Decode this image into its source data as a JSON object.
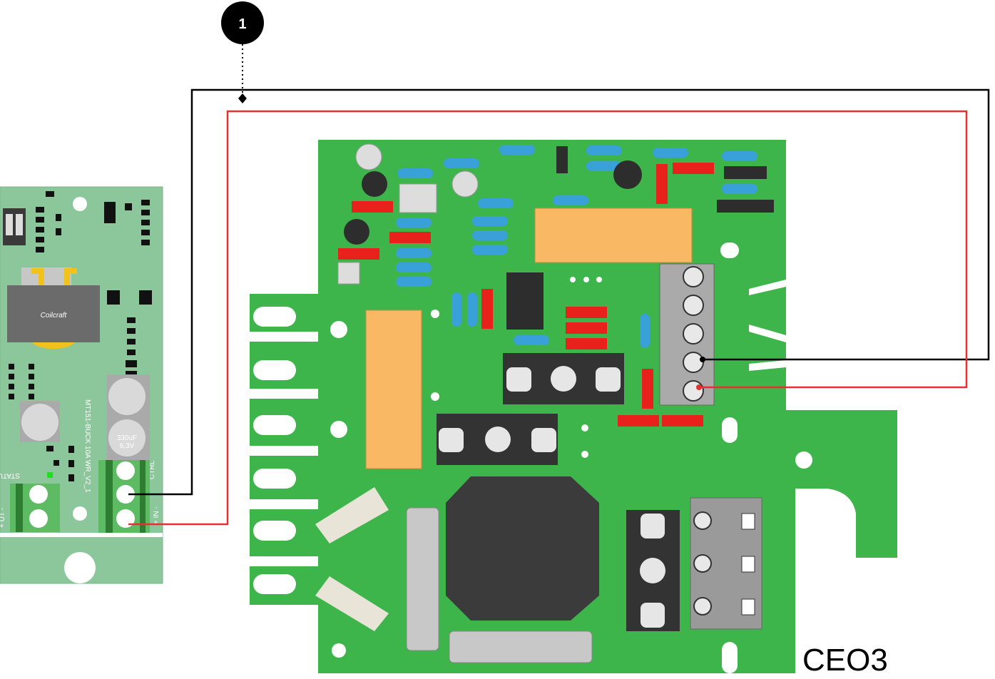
{
  "callout": {
    "number": "1"
  },
  "main_board": {
    "label": "CEO3",
    "color": "#3db54a"
  },
  "small_board": {
    "color": "#8cc79b",
    "labels": {
      "status": "STATUS",
      "ctrl": "CTRL",
      "in": "+ IN -",
      "out": "+ UT -",
      "model": "MT151-BUCK 10A WR_V2_1",
      "cap_value": "330uF",
      "cap_voltage": "6,3V",
      "inductor_brand": "Coilcraft"
    }
  },
  "wires": {
    "signal_color": "#000000",
    "power_color": "#e8302e"
  }
}
